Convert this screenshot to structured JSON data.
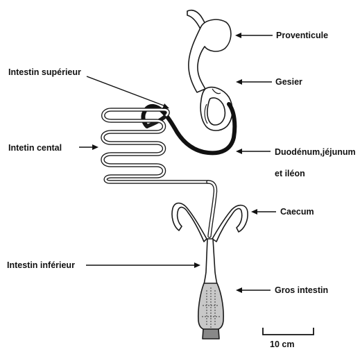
{
  "labels": {
    "proventricule": "Proventicule",
    "gesier": "Gesier",
    "intestin_superieur": "Intestin supérieur",
    "intestin_central": "Intetin cental",
    "duodenum_line1": "Duodénum,jéjunum",
    "duodenum_line2": "et iléon",
    "caecum": "Caecum",
    "intestin_inferieur": "Intestin inférieur",
    "gros_intestin": "Gros intestin"
  },
  "scale_bar": {
    "label": "10 cm"
  }
}
